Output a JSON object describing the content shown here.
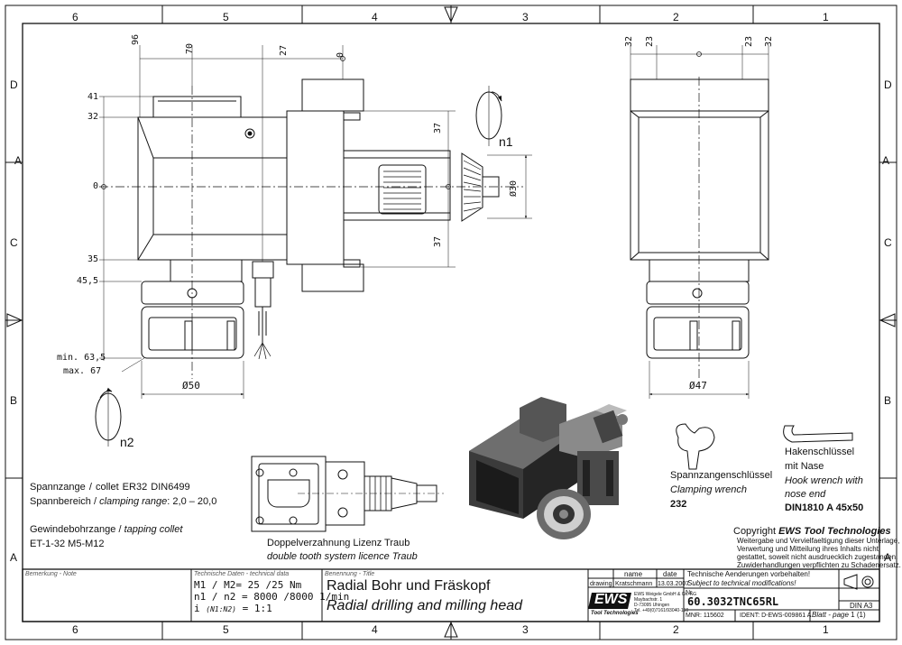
{
  "frame": {
    "columns": [
      "6",
      "5",
      "4",
      "3",
      "2",
      "1"
    ],
    "rows": [
      "D",
      "C",
      "B",
      "A"
    ]
  },
  "dimensions": {
    "top_front": [
      "96",
      "70",
      "27",
      "0"
    ],
    "left_front": [
      "41",
      "32",
      "0",
      "35",
      "45,5"
    ],
    "collet_length_min": "min. 63,5",
    "collet_length_max": "max. 67",
    "right_front": [
      "37",
      "37"
    ],
    "shaft_diameter": "Ø30",
    "collet_diameter": "Ø50",
    "top_side": [
      "32",
      "23",
      "23",
      "32"
    ],
    "side_diameter": "Ø47",
    "rotation_n1": "n1",
    "rotation_n2": "n2"
  },
  "notes": {
    "collet_line": "Spannzange / collet   ER32   DIN6499",
    "range_de": "Spannbereich / ",
    "range_en": "clamping range",
    "range_value": ": 2,0 – 20,0",
    "tapping_de": "Gewindebohrzange / ",
    "tapping_en": "tapping collet",
    "tapping_value": "ET-1-32   M5-M12",
    "gear_de": "Doppelverzahnung Lizenz Traub",
    "gear_en": "double tooth system licence Traub"
  },
  "accessories": {
    "wrench1_de": "Spannzangenschlüssel",
    "wrench1_en": "Clamping wrench",
    "wrench1_code": "232",
    "wrench2_de1": "Hakenschlüssel",
    "wrench2_de2": "mit Nase",
    "wrench2_en1": "Hook wrench with",
    "wrench2_en2": "nose end",
    "wrench2_code": "DIN1810  A  45x50"
  },
  "copyright": {
    "prefix": "Copyright ",
    "brand": "EWS Tool Technologies",
    "line1": "Weitergabe und Vervielfaeltigung dieser Unterlage,",
    "line2": "Verwertung und Mitteilung ihres Inhalts nicht",
    "line3": "gestattet, soweit nicht ausdruecklich zugestanden.",
    "line4": "Zuwiderhandlungen verpflichten zu Schadenersatz."
  },
  "title_block": {
    "remark_label": "Bemerkung - Note",
    "tech_label": "Technische Daten - technical data",
    "tech_m": "M1 / M2= 25  /25  Nm",
    "tech_n": "n1 / n2 = 8000 /8000   1/min",
    "tech_i_prefix": "i",
    "tech_i_sub": "(N1:N2)",
    "tech_i_value": "= 1:1",
    "title_label": "Benennung - Title",
    "title_de": "Radial Bohr und Fräskopf",
    "title_en": "Radial drilling and milling head",
    "name_header": "name",
    "date_header": "date",
    "drawing_label": "drawing",
    "drawing_name": "Kratschmann",
    "drawing_date": "13.03.2007",
    "logo": "EWS",
    "logo_sub": "Tool Technologies",
    "company_1": "EWS Weigele GmbH & Co. KG",
    "company_2": "Maybachstr. 1",
    "company_3": "D-73095 Uhingen",
    "company_4": "Tel. +49(0)7161/93040-150",
    "change_de": "Technische Aenderungen vorbehalten!",
    "change_en": "Subject to technical modifications!",
    "nr_label": "Nr.",
    "part_number": "60.3032TNC65RL",
    "format": "DIN A3",
    "mnr": "MNR: 115602",
    "ident": "IDENT: D-EWS-009861  A",
    "sheet_label": "Blatt - page",
    "sheet_value": "1 (1)"
  }
}
